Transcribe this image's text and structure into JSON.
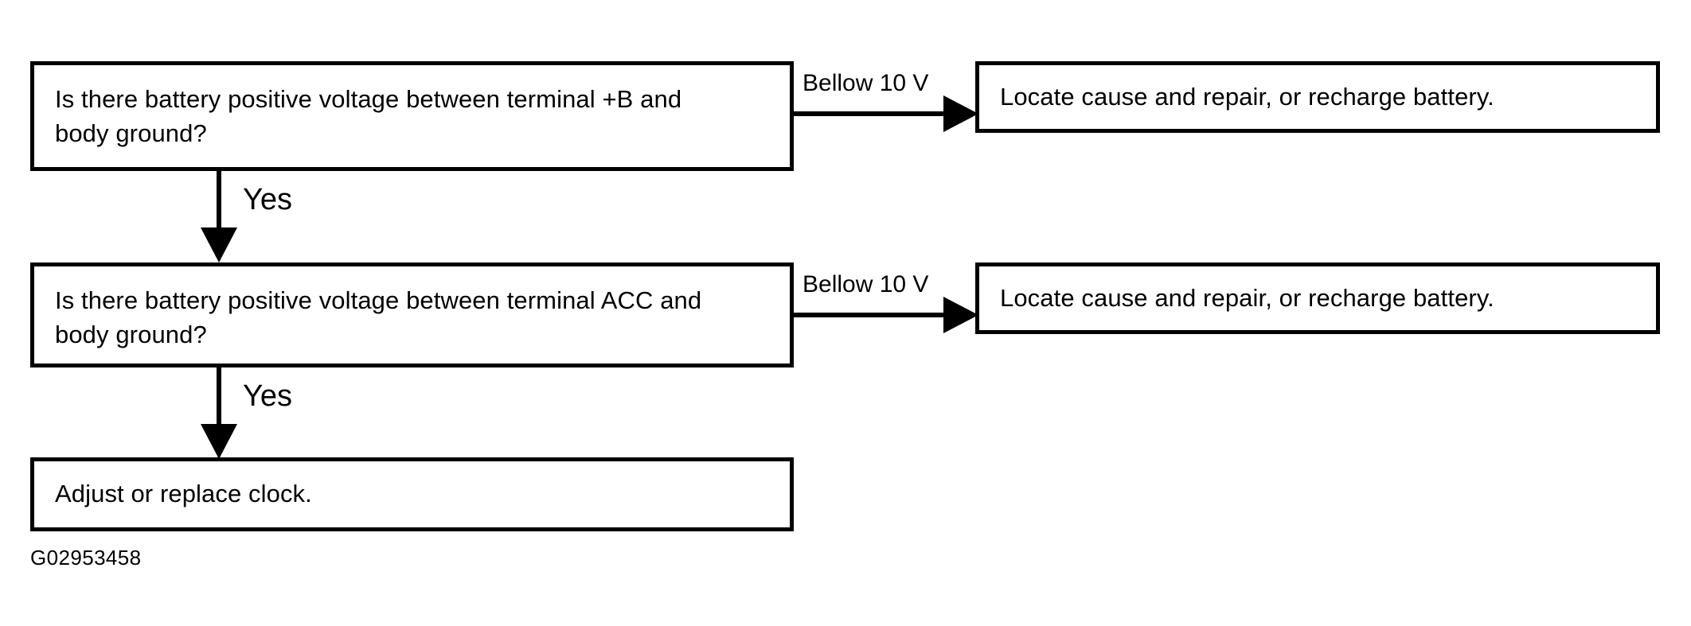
{
  "figure": {
    "caption_code": "G02953458",
    "colors": {
      "ink": "#000000",
      "background": "#ffffff"
    }
  },
  "nodes": {
    "question_1": {
      "text": "Is there battery positive voltage between terminal +B and\nbody ground?",
      "type": "decision"
    },
    "question_2": {
      "text": "Is there battery positive voltage between terminal ACC and\nbody ground?",
      "type": "decision"
    },
    "fail_1": {
      "text": "Locate cause and repair, or recharge battery.",
      "type": "terminal"
    },
    "fail_2": {
      "text": "Locate cause and repair, or recharge battery.",
      "type": "terminal"
    },
    "result": {
      "text": "Adjust or replace clock.",
      "type": "action"
    }
  },
  "edges": {
    "branch_1": {
      "label": "Bellow 10 V",
      "from": "question_1",
      "to": "fail_1",
      "direction": "right"
    },
    "branch_2": {
      "label": "Bellow 10 V",
      "from": "question_2",
      "to": "fail_2",
      "direction": "right"
    },
    "yes_1": {
      "label": "Yes",
      "from": "question_1",
      "to": "question_2",
      "direction": "down"
    },
    "yes_2": {
      "label": "Yes",
      "from": "question_2",
      "to": "result",
      "direction": "down"
    }
  }
}
